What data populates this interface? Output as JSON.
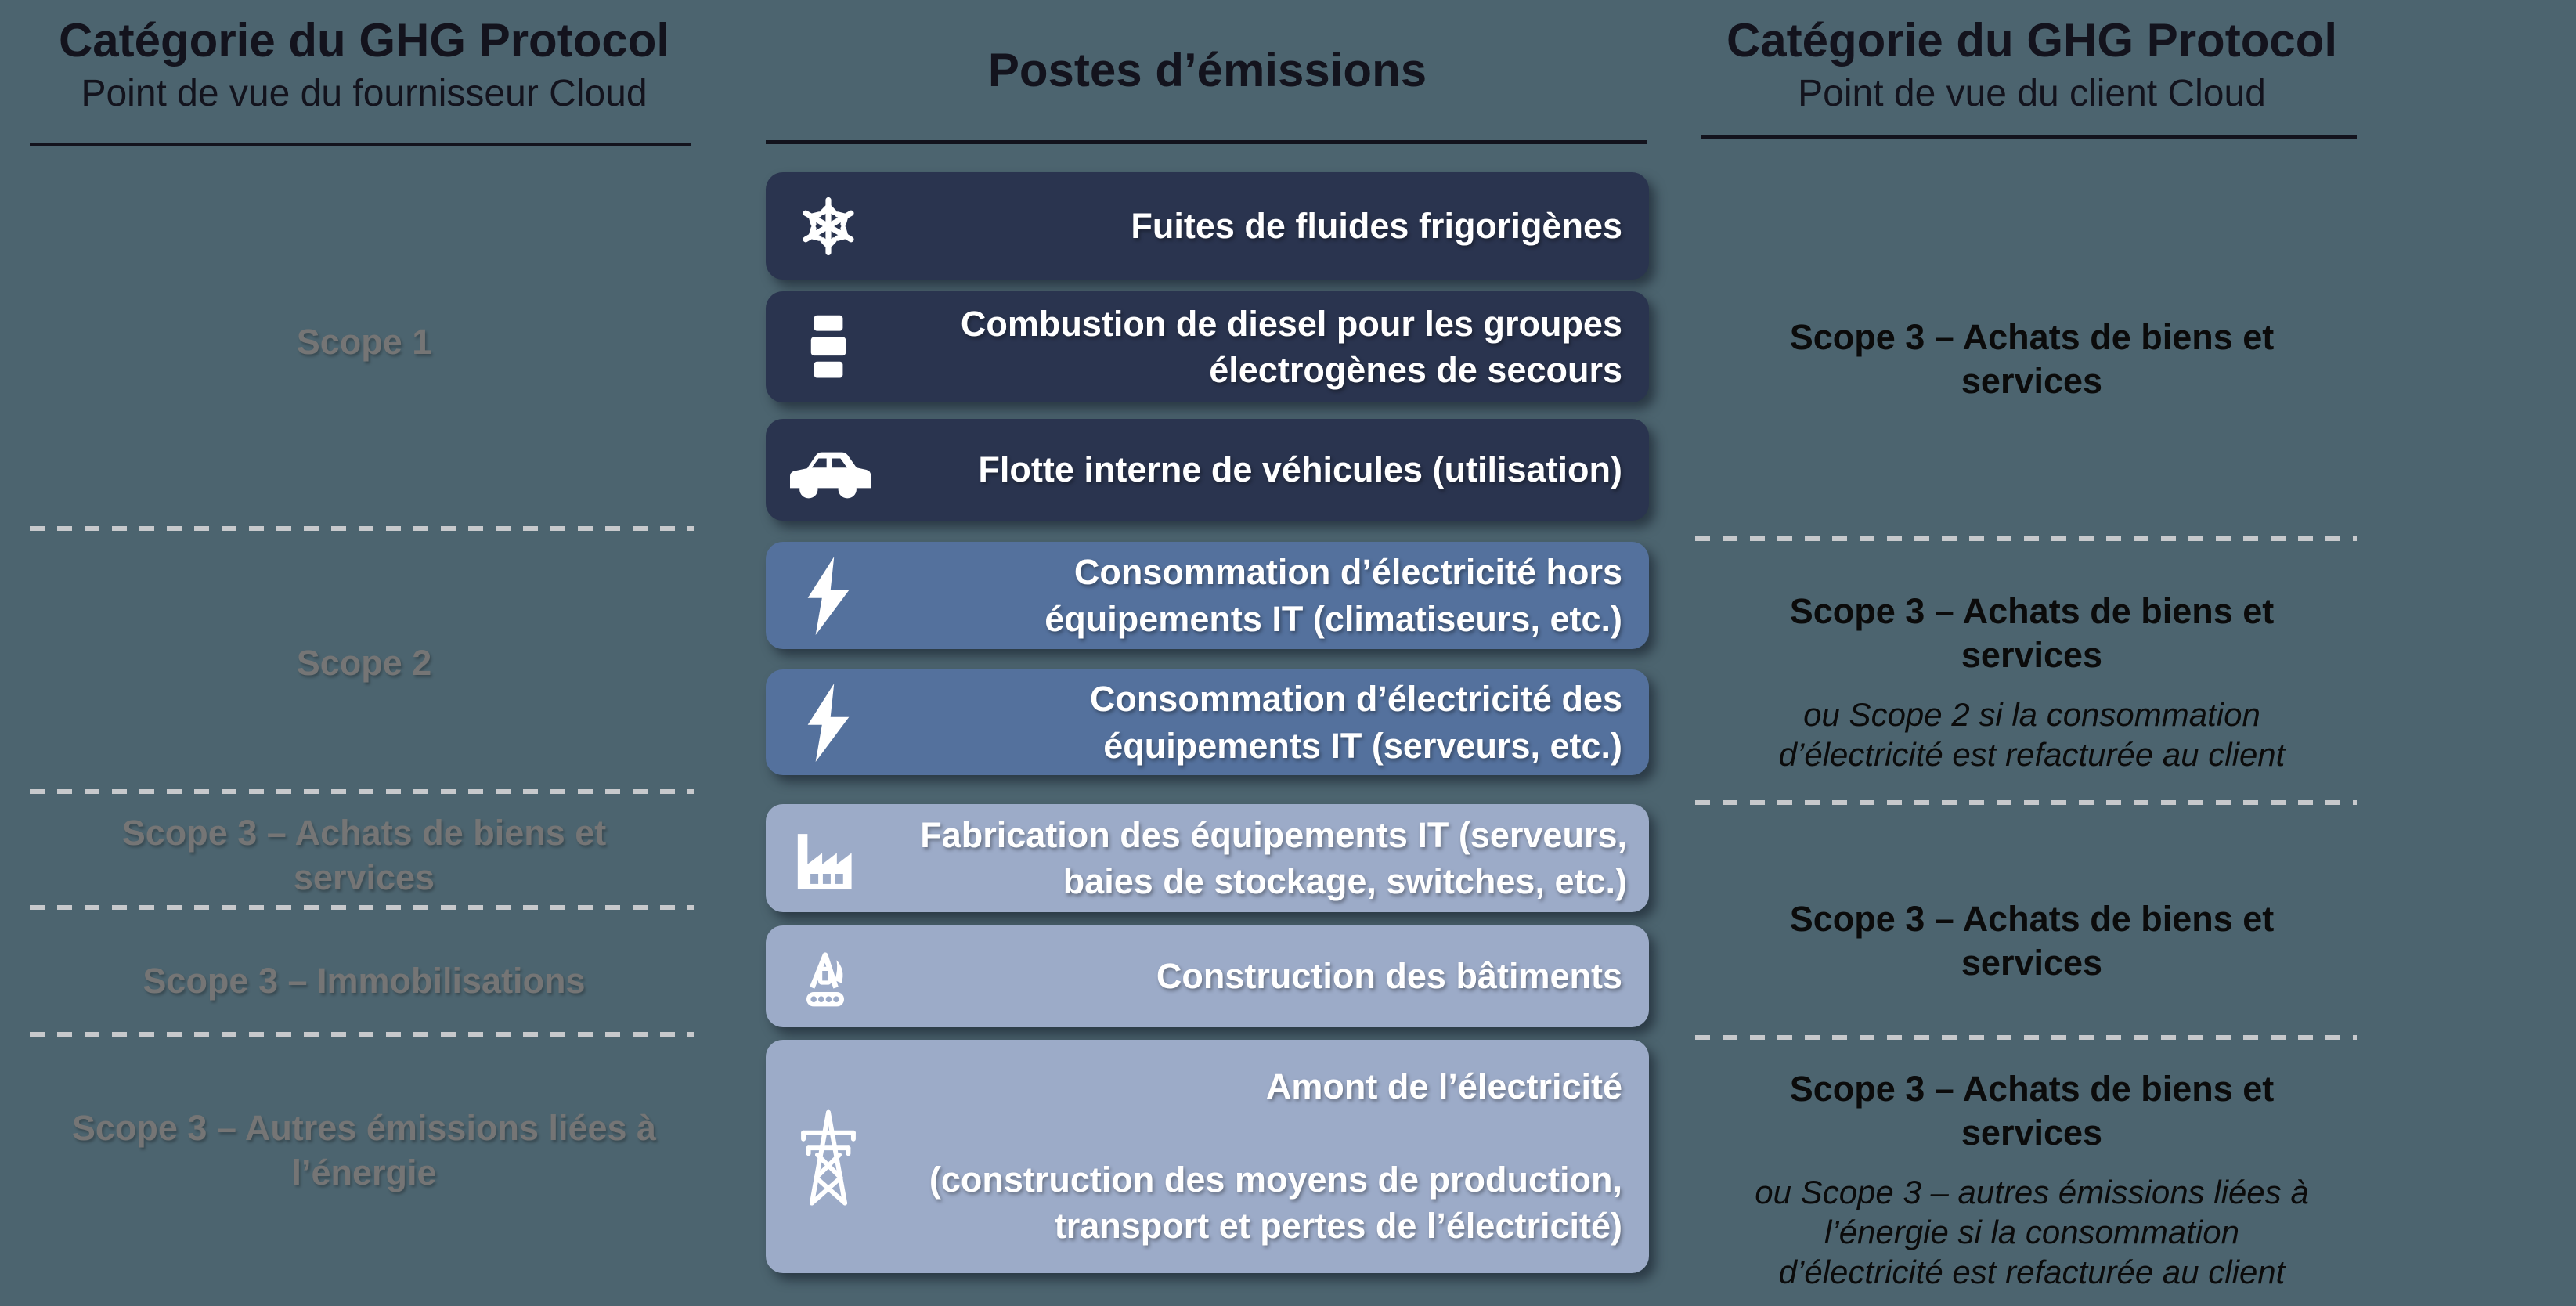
{
  "colors": {
    "background": "#4C646F",
    "scope1_box": "#2A344F",
    "scope2_box": "#54719D",
    "scope3_box": "#9CABC8",
    "header_text": "#13131D",
    "left_label_text": "#757575",
    "right_text": "#0B0B0B",
    "box_text": "#FFFFFF",
    "dashed_line": "#C7C9CC"
  },
  "headers": {
    "left": {
      "title": "Catégorie du GHG Protocol",
      "subtitle": "Point de vue du fournisseur Cloud"
    },
    "middle": {
      "title": "Postes d’émissions"
    },
    "right": {
      "title": "Catégorie du GHG Protocol",
      "subtitle": "Point de vue du client Cloud"
    }
  },
  "provider_scopes": [
    {
      "label": "Scope 1"
    },
    {
      "label": "Scope 2"
    },
    {
      "label": "Scope 3 – Achats de biens et\nservices"
    },
    {
      "label": "Scope 3 – Immobilisations"
    },
    {
      "label": "Scope 3 – Autres émissions liées à\nl’énergie"
    }
  ],
  "emission_items": [
    {
      "icon": "snowflake-icon",
      "scope": "scope1",
      "text": "Fuites de fluides frigorigènes"
    },
    {
      "icon": "oil-drum-icon",
      "scope": "scope1",
      "text": "Combustion de diesel pour les groupes\nélectrogènes de secours"
    },
    {
      "icon": "car-icon",
      "scope": "scope1",
      "text": "Flotte interne de véhicules (utilisation)"
    },
    {
      "icon": "lightning-icon",
      "scope": "scope2",
      "text": "Consommation d’électricité hors\néquipements IT (climatiseurs, etc.)"
    },
    {
      "icon": "lightning-icon",
      "scope": "scope2",
      "text": "Consommation d’électricité des\néquipements IT (serveurs, etc.)"
    },
    {
      "icon": "factory-icon",
      "scope": "scope3",
      "text": "Fabrication des équipements IT (serveurs,\nbaies de stockage, switches, etc.)"
    },
    {
      "icon": "excavator-icon",
      "scope": "scope3",
      "text": "Construction des bâtiments"
    },
    {
      "icon": "pylon-icon",
      "scope": "scope3",
      "text": "Amont de l’électricité\n\n(construction des moyens de production,\ntransport et pertes de l’électricité)"
    }
  ],
  "client_scopes": [
    {
      "bold": "Scope 3 – Achats de biens et\nservices",
      "italic": ""
    },
    {
      "bold": "Scope 3 – Achats de biens et\nservices",
      "italic": "ou Scope 2 si la consommation\nd’électricité est refacturée au client"
    },
    {
      "bold": "Scope 3 – Achats de biens et\nservices",
      "italic": ""
    },
    {
      "bold": "Scope 3 – Achats de biens et\nservices",
      "italic": "ou Scope 3 – autres émissions liées à\nl’énergie si la consommation\nd’électricité est refacturée au client"
    }
  ]
}
